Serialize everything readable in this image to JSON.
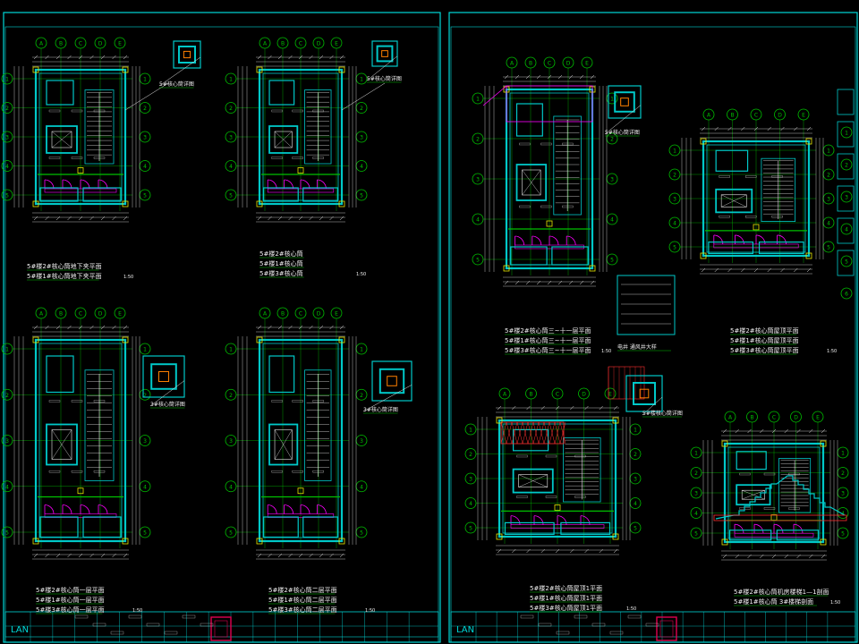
{
  "drawing": {
    "background": "#000000",
    "palette": {
      "frame": "#00d8d8",
      "wall": "#00c8c8",
      "dim": "#e8e8e8",
      "axis": "#00c000",
      "grid": "#c00000",
      "accent": "#ff00ff",
      "hatch": "#ff3030",
      "fill": "#d00040",
      "text": "#f0f0f0",
      "yellow": "#e8e800",
      "orange": "#ff8000"
    },
    "sheets": [
      {
        "id": "left",
        "plans": [
          {
            "id": "p1",
            "caption": [
              "5#楼2#核心筒地下夹平面",
              "5#楼1#核心筒地下夹平面"
            ],
            "scale": "1:50"
          },
          {
            "id": "p2",
            "caption": [
              "5#楼2#核心筒",
              "5#楼1#核心筒",
              "5#楼3#核心筒"
            ],
            "scale": "1:50"
          },
          {
            "id": "p3",
            "caption": [
              "5#楼2#核心筒一层平面",
              "5#楼1#核心筒一层平面",
              "5#楼3#核心筒一层平面"
            ],
            "scale": "1:50"
          },
          {
            "id": "p4",
            "caption": [
              "5#楼2#核心筒二层平面",
              "5#楼1#核心筒二层平面",
              "5#楼3#核心筒二层平面"
            ],
            "scale": "1:50"
          }
        ],
        "details": [
          {
            "id": "d1",
            "label": "5#核心筒详图"
          },
          {
            "id": "d2",
            "label": "5#核心筒详图"
          },
          {
            "id": "d3",
            "label": "3#核心筒详图"
          },
          {
            "id": "d4",
            "label": "3#核心筒详图"
          }
        ]
      },
      {
        "id": "right",
        "plans": [
          {
            "id": "p5",
            "caption": [
              "5#楼2#核心筒三~十一层平面",
              "5#楼1#核心筒三~十一层平面",
              "5#楼3#核心筒三~十一层平面"
            ],
            "scale": "1:50"
          },
          {
            "id": "p6",
            "caption": [
              "5#楼2#核心筒屋顶平面",
              "5#楼1#核心筒屋顶平面",
              "5#楼3#核心筒屋顶平面"
            ],
            "scale": "1:50"
          },
          {
            "id": "p7",
            "caption": [
              "5#楼2#核心筒屋顶1平面",
              "5#楼1#核心筒屋顶1平面",
              "5#楼3#核心筒屋顶1平面"
            ],
            "scale": "1:50"
          },
          {
            "id": "p8",
            "caption": [
              "5#楼2#核心筒机房楼梯1—1剖面",
              "5#楼1#核心筒 3#楼梯剖面"
            ],
            "scale": "1:50"
          }
        ],
        "details": [
          {
            "id": "d5",
            "label": "5#核心筒详图"
          },
          {
            "id": "d6",
            "label": "电井 通风井大样"
          },
          {
            "id": "d7",
            "label": "5#楼核心筒详图"
          }
        ]
      }
    ],
    "title_block": {
      "logo_text": "LAN",
      "stamp_color": "#e00050"
    }
  }
}
